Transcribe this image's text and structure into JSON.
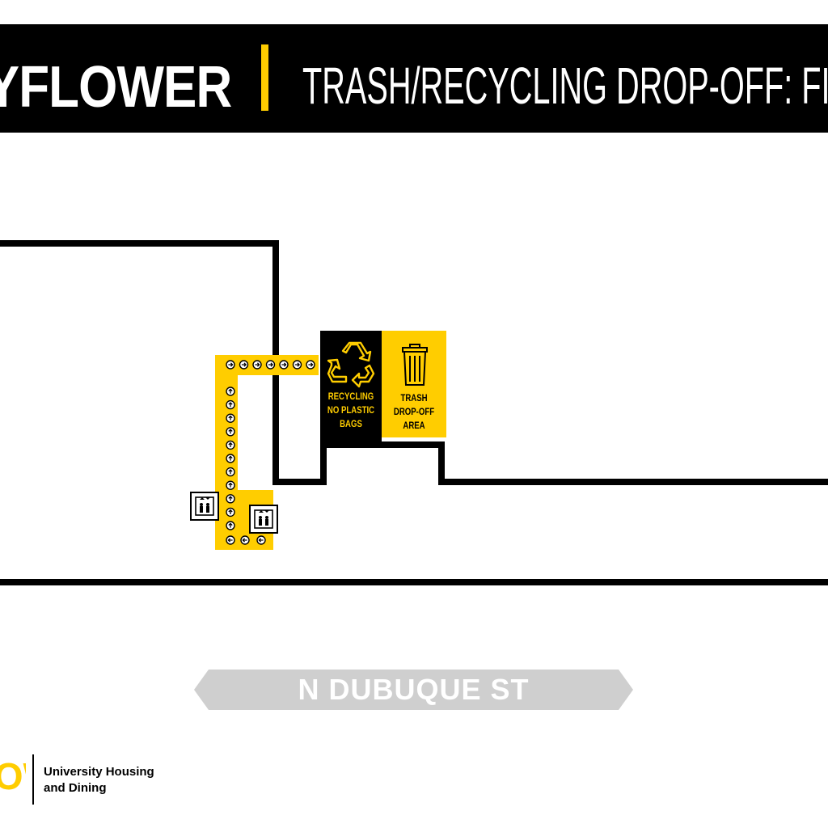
{
  "header": {
    "building_name": "MAYFLOWER",
    "subtitle": "TRASH/RECYCLING DROP-OFF: FIRST FLOOR"
  },
  "zones": {
    "recycling": {
      "line1": "RECYCLING",
      "line2": "NO PLASTIC",
      "line3": "BAGS",
      "icon": "recycle-icon"
    },
    "trash": {
      "line1": "TRASH",
      "line2": "DROP-OFF",
      "line3": "AREA",
      "icon": "trash-can-icon"
    }
  },
  "route": {
    "icons": [
      "elevator-icon",
      "arrow-icon"
    ]
  },
  "street": {
    "name": "N DUBUQUE ST"
  },
  "footer": {
    "logo_text": "IOWA",
    "org_line1": "University Housing",
    "org_line2": "and Dining"
  },
  "colors": {
    "brand_gold": "#FFCD00",
    "black": "#000000",
    "street_gray": "#CFCFCF"
  }
}
